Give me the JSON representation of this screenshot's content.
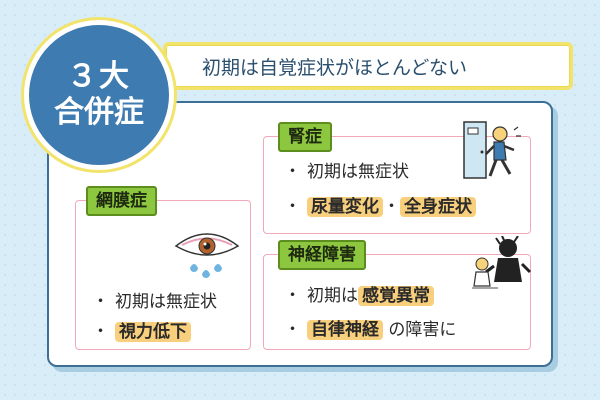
{
  "badge": {
    "line1": "３大",
    "line2": "合併症"
  },
  "subtitle": "初期は自覚症状がほとんどない",
  "sections": {
    "jin": {
      "title": "腎症",
      "item1": "初期は無症状",
      "item2a": "尿量変化",
      "item2sep": "・",
      "item2b": "全身症状"
    },
    "retina": {
      "title": "網膜症",
      "item1": "初期は無症状",
      "item2": "視力低下"
    },
    "nerve": {
      "title": "神経障害",
      "item1a": "初期は",
      "item1b": "感覚異常",
      "item2a": "自律神経",
      "item2b": "の障害に"
    }
  },
  "bullet": "・",
  "icons": {
    "door": "running-to-toilet-icon",
    "eye": "teary-eye-icon",
    "nerve": "numb-person-icon"
  },
  "colors": {
    "background": "#d8edf7",
    "badge": "#3e7bb0",
    "banner_border": "#f2e36a",
    "tag": "#8dc63f",
    "highlight": "#f8cf7c",
    "box_border": "#f1a9b9"
  }
}
